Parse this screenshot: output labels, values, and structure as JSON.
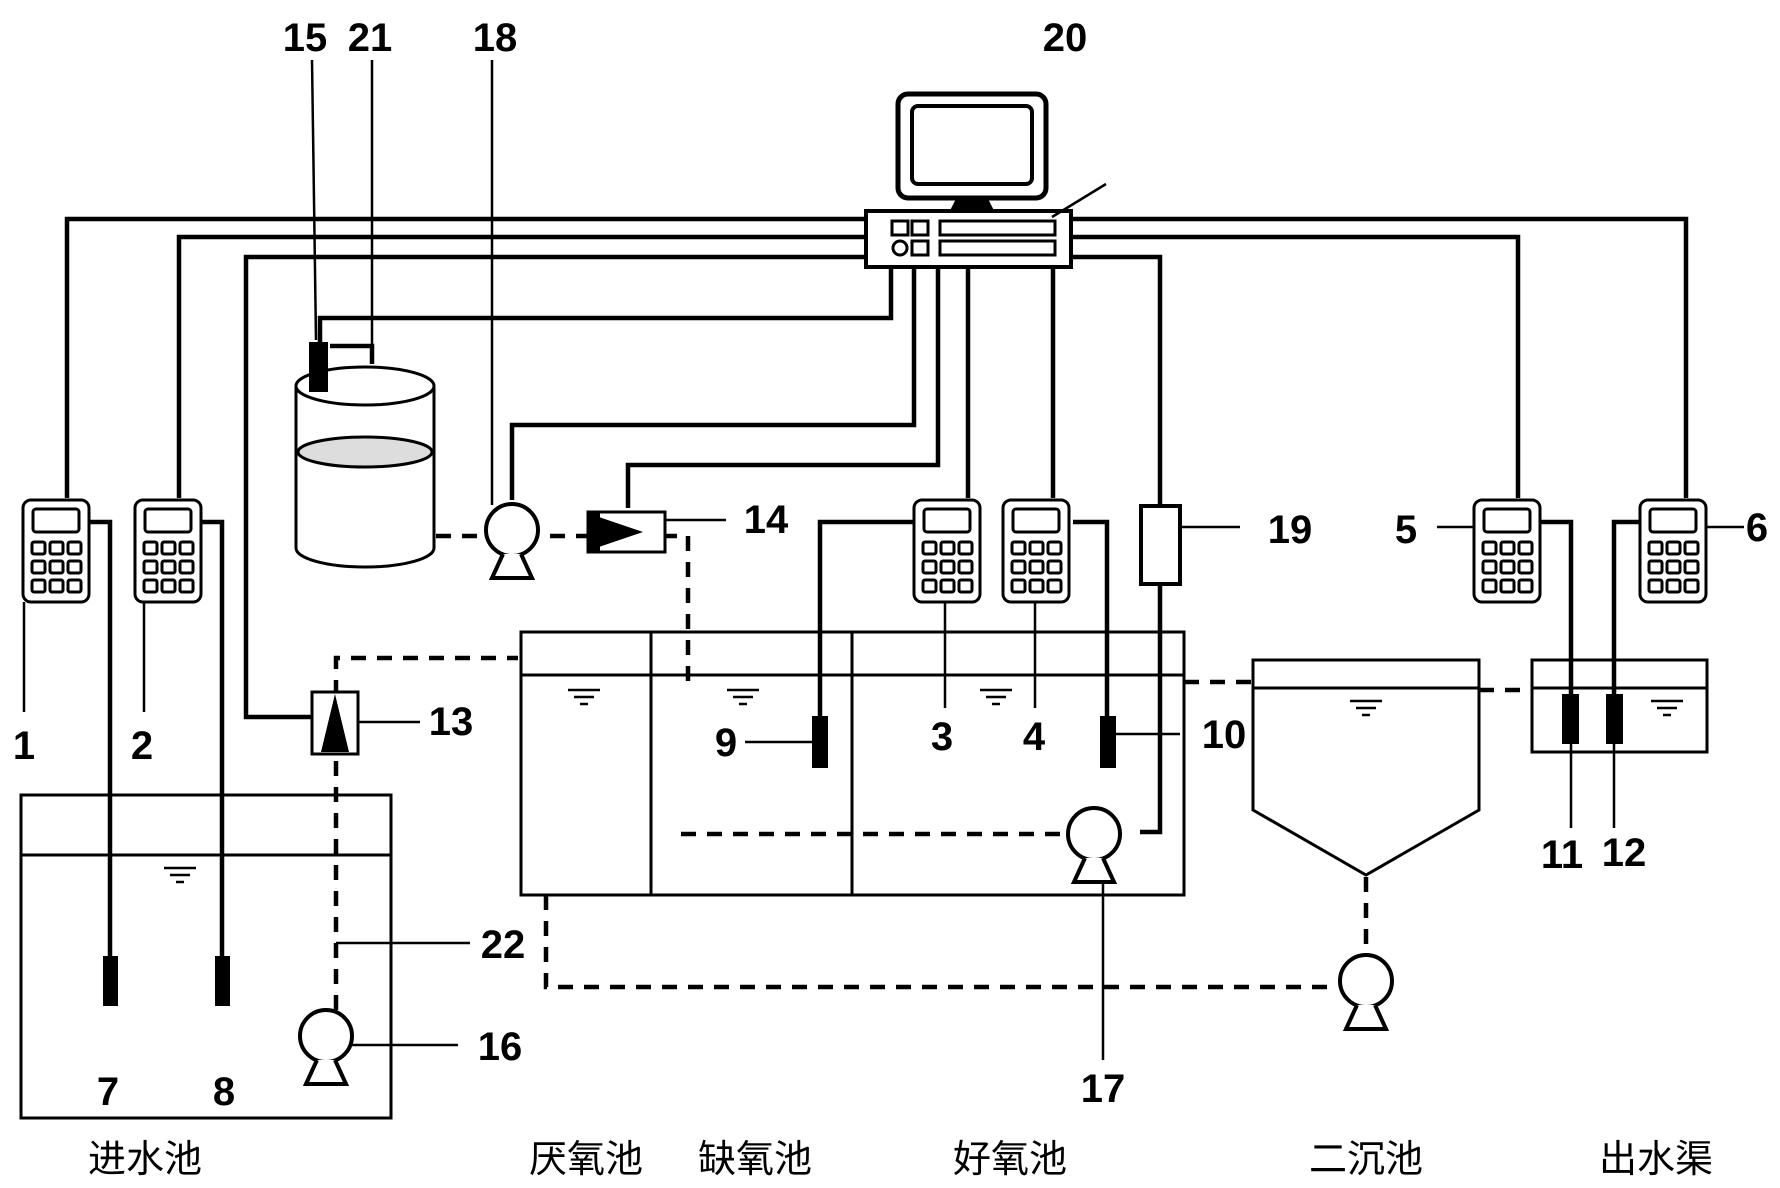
{
  "labels": {
    "l1": "1",
    "l2": "2",
    "l3": "3",
    "l4": "4",
    "l5": "5",
    "l6": "6",
    "l7": "7",
    "l8": "8",
    "l9": "9",
    "l10": "10",
    "l11": "11",
    "l12": "12",
    "l13": "13",
    "l14": "14",
    "l15": "15",
    "l16": "16",
    "l17": "17",
    "l18": "18",
    "l19": "19",
    "l20": "20",
    "l21": "21",
    "l22": "22"
  },
  "captions": {
    "inlet_tank": "进水池",
    "anaerobic": "厌氧池",
    "anoxic": "缺氧池",
    "aerobic": "好氧池",
    "secondary_clarifier": "二沉池",
    "effluent_channel": "出水渠"
  }
}
